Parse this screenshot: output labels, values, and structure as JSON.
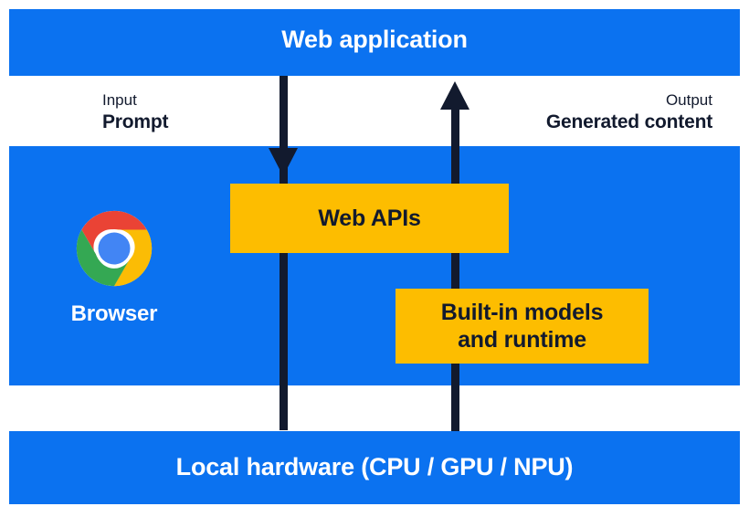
{
  "diagram": {
    "bands": {
      "top": {
        "title": "Web application"
      },
      "bottom": {
        "title": "Local hardware (CPU / GPU / NPU)"
      }
    },
    "captions": {
      "input": {
        "small": "Input",
        "big": "Prompt"
      },
      "output": {
        "small": "Output",
        "big": "Generated content"
      }
    },
    "boxes": {
      "web_apis": "Web APIs",
      "built_in_line1": "Built-in models",
      "built_in_line2": "and runtime"
    },
    "browser": {
      "label": "Browser",
      "icon": "chrome-logo-icon"
    },
    "arrows": {
      "down": "arrow-down-icon",
      "up": "arrow-up-icon"
    },
    "colors": {
      "blue": "#0b72f0",
      "yellow": "#fdbd00",
      "dark": "#121a2e",
      "white": "#ffffff",
      "chrome_red": "#ea4335",
      "chrome_yellow": "#fbbc05",
      "chrome_green": "#34a853",
      "chrome_blue": "#4285f4"
    }
  }
}
